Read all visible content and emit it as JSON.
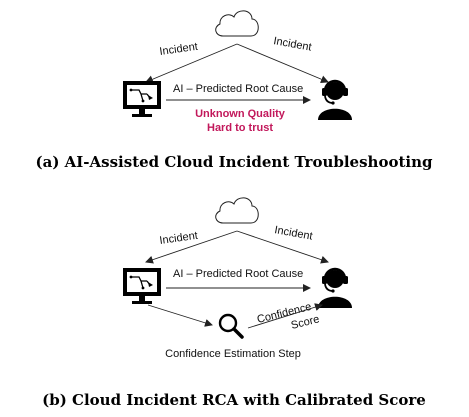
{
  "colors": {
    "warning": "#c2185b",
    "ink": "#111111"
  },
  "panel_a": {
    "incident_left": "Incident",
    "incident_right": "Incident",
    "arrow_label": "AI – Predicted Root Cause",
    "warning_line1": "Unknown Quality",
    "warning_line2": "Hard to trust",
    "caption": "(a) AI-Assisted Cloud Incident Troubleshooting",
    "icons": [
      "cloud-icon",
      "monitor-icon",
      "engineer-icon"
    ]
  },
  "panel_b": {
    "incident_left": "Incident",
    "incident_right": "Incident",
    "arrow_label": "AI – Predicted Root Cause",
    "confidence_line1": "Confidence",
    "confidence_line2": "Score",
    "step_label": "Confidence Estimation Step",
    "caption": "(b) Cloud Incident RCA with Calibrated Score",
    "icons": [
      "cloud-icon",
      "monitor-icon",
      "engineer-icon",
      "magnifier-icon"
    ]
  }
}
